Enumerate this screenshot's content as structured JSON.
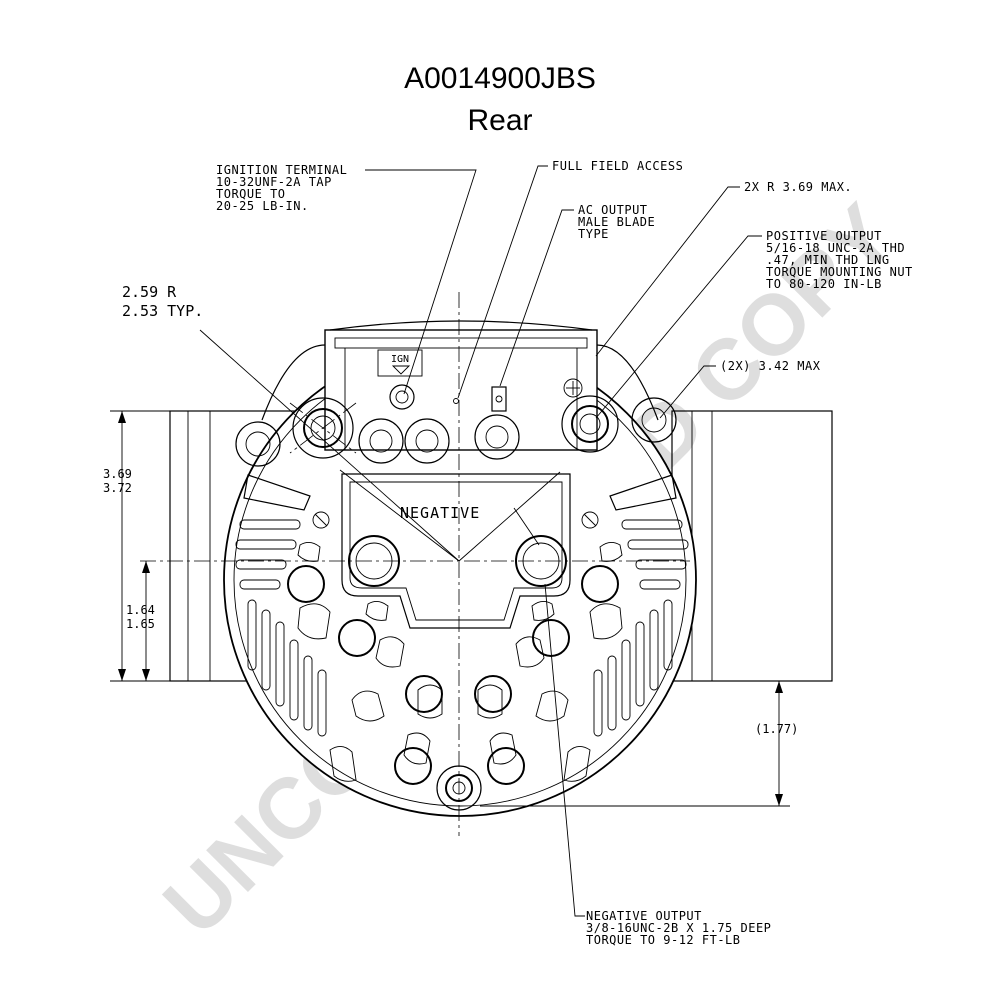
{
  "title": {
    "part_number": "A0014900JBS",
    "view": "Rear"
  },
  "callouts": {
    "ignition_terminal": [
      "IGNITION TERMINAL",
      "10-32UNF-2A TAP",
      "TORQUE TO",
      "20-25 LB-IN."
    ],
    "full_field_access": [
      "FULL FIELD ACCESS"
    ],
    "ac_output": [
      "AC OUTPUT",
      "MALE BLADE",
      "TYPE"
    ],
    "radius_max": [
      "2X R 3.69 MAX."
    ],
    "positive_output": [
      "POSITIVE OUTPUT",
      "5/16-18 UNC-2A THD",
      ".47, MIN THD LNG",
      "TORQUE MOUNTING NUT",
      "TO 80-120 IN-LB"
    ],
    "mount_radius": [
      "2.59 R",
      "2.53 TYP."
    ],
    "hole_max": [
      "(2X) 3.42 MAX"
    ],
    "negative_output": [
      "NEGATIVE OUTPUT",
      "3/8-16UNC-2B X 1.75 DEEP",
      "TORQUE TO 9-12 FT-LB"
    ]
  },
  "dimensions": {
    "overall_height": [
      "3.69",
      "3.72"
    ],
    "center_height": [
      "1.64",
      "1.65"
    ],
    "foot_offset": "(1.77)"
  },
  "labels": {
    "negative": "NEGATIVE",
    "ign_tag": "IGN"
  },
  "watermark": "UNCONTROLLED COPY"
}
